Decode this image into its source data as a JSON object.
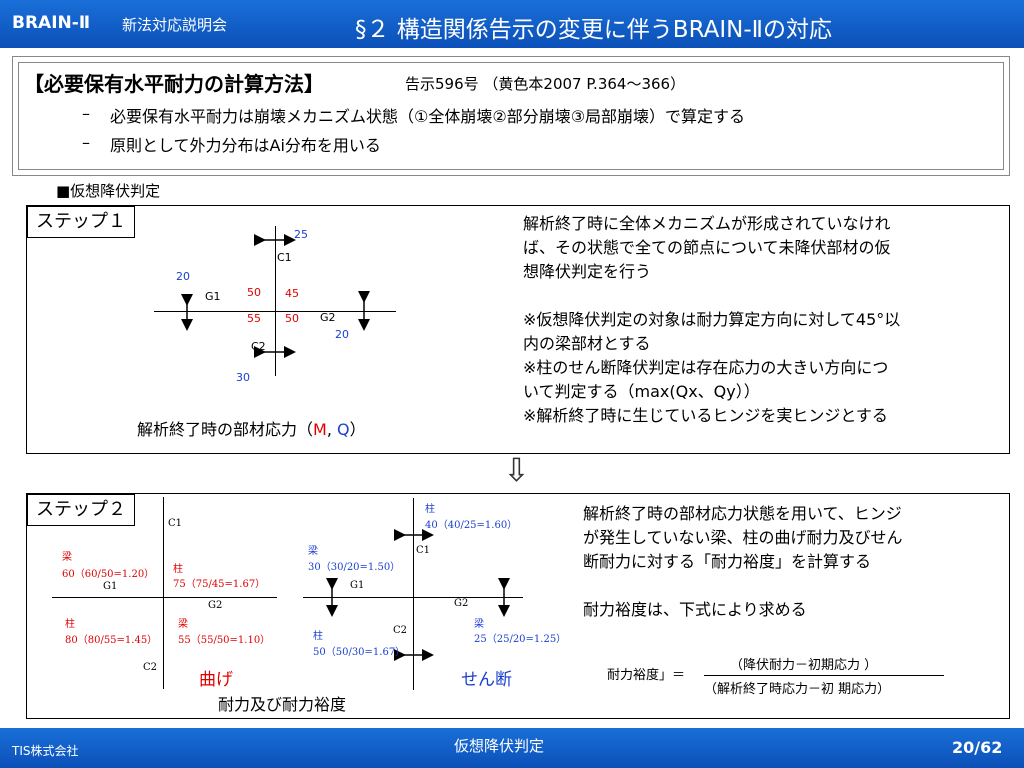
{
  "header": {
    "left_title": "BRAIN-Ⅱ",
    "left_sub": "新法対応説明会",
    "title": "§２ 構造関係告示の変更に伴うBRAIN-Ⅱの対応"
  },
  "summary": {
    "heading": "【必要保有水平耐力の計算方法】",
    "ref": "告示596号 （黄色本2007 P.364～366）",
    "bullets": [
      "必要保有水平耐力は崩壊メカニズム状態（①全体崩壊②部分崩壊③局部崩壊）で算定する",
      "原則として外力分布はAi分布を用いる"
    ]
  },
  "section_label": "■仮想降伏判定",
  "step1": {
    "label": "ステップ１",
    "diagram": {
      "c1": "C1",
      "c2": "C2",
      "g1": "G1",
      "g2": "G2",
      "v25": "25",
      "v20_left": "20",
      "v20_right": "20",
      "v30": "30",
      "m50_top": "50",
      "m45": "45",
      "m55": "55",
      "m50_bot": "50"
    },
    "caption_pre": "解析終了時の部材応力（",
    "caption_m": "M",
    "caption_sep": ",",
    "caption_q": "Q",
    "caption_post": "）",
    "text": [
      "解析終了時に全体メカニズムが形成されていなけれ",
      "ば、その状態で全ての節点について未降伏部材の仮",
      "想降伏判定を行う",
      "",
      "※仮想降伏判定の対象は耐力算定方向に対して45°以",
      "内の梁部材とする",
      "※柱のせん断降伏判定は存在応力の大きい方向につ",
      "いて判定する（max(Qx、Qy））",
      "※解析終了時に生じているヒンジを実ヒンジとする"
    ]
  },
  "arrow": "⇩",
  "step2": {
    "label": "ステップ２",
    "bending": {
      "c1": "C1",
      "c2": "C2",
      "g1": "G1",
      "g2": "G2",
      "beam_left_label": "梁",
      "beam_left_value": "60（60/50=1.20）",
      "col_top_label": "柱",
      "col_top_value": "75（75/45=1.67）",
      "col_bot_label": "柱",
      "col_bot_value": "80（80/55=1.45）",
      "beam_right_label": "梁",
      "beam_right_value": "55（55/50=1.10）",
      "title": "曲げ"
    },
    "shear": {
      "c1": "C1",
      "c2": "C2",
      "g1": "G1",
      "g2": "G2",
      "col_top_label": "柱",
      "col_top_value": "40（40/25=1.60）",
      "beam_left_label": "梁",
      "beam_left_value": "30（30/20=1.50）",
      "beam_right_label": "梁",
      "beam_right_value": "25（25/20=1.25）",
      "col_bot_label": "柱",
      "col_bot_value": "50（50/30=1.67）",
      "title": "せん断"
    },
    "caption": "耐力及び耐力裕度",
    "text": [
      "解析終了時の部材応力状態を用いて、ヒンジ",
      "が発生していない梁、柱の曲げ耐力及びせん",
      "断耐力に対する「耐力裕度」を計算する",
      "",
      "耐力裕度は、下式により求める"
    ],
    "formula": {
      "lhs": "耐力裕度」＝",
      "numerator": "（降伏耐力－初期応力 ）",
      "denominator": "（解析終了時応力－初 期応力）"
    }
  },
  "footer": {
    "company": "TIS株式会社",
    "center": "仮想降伏判定",
    "page": "20/62"
  }
}
